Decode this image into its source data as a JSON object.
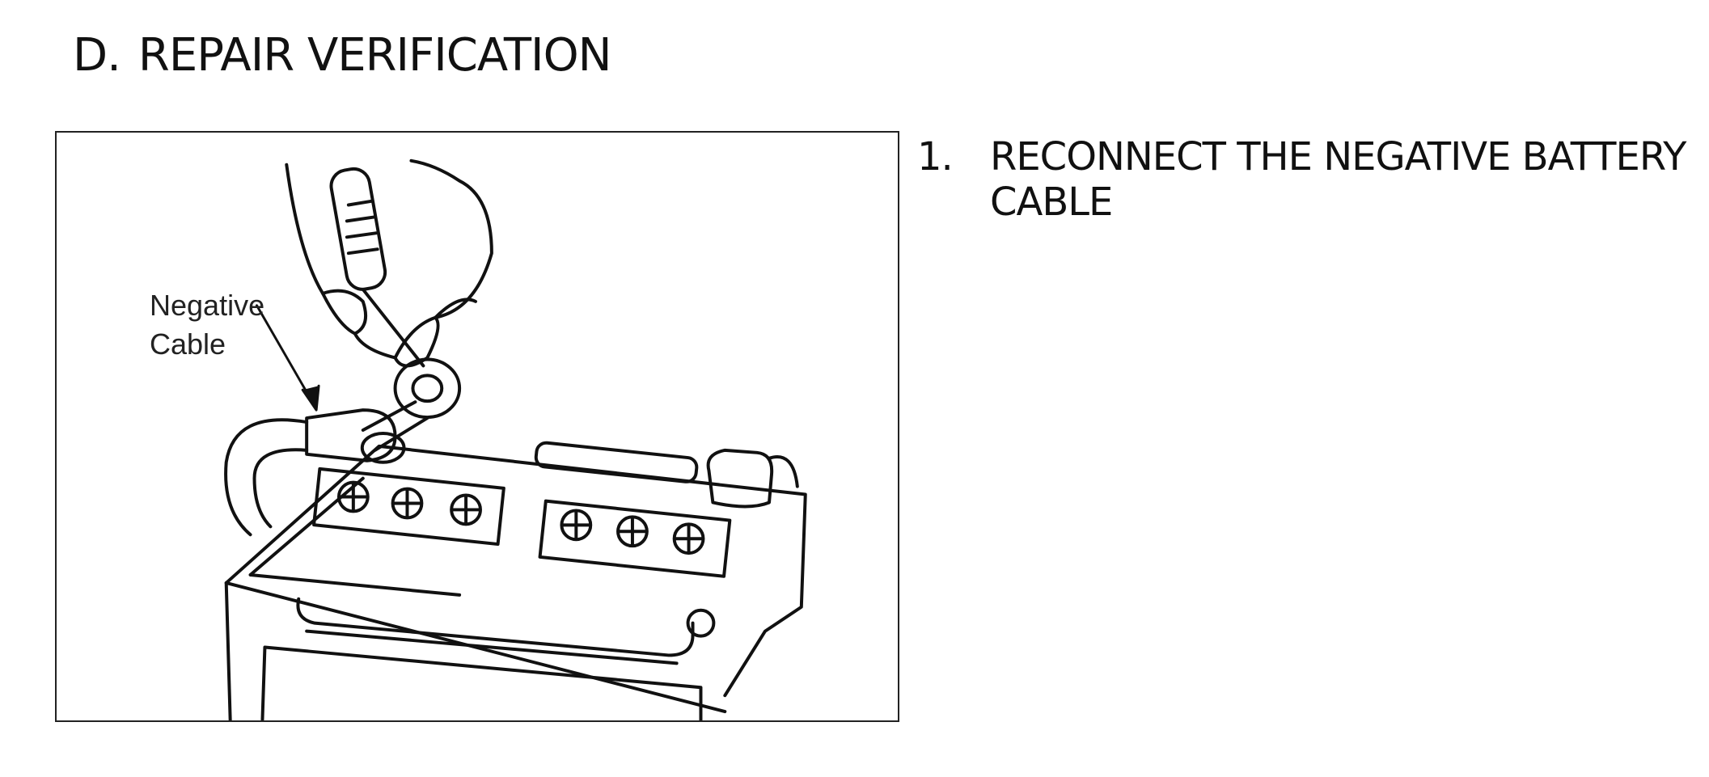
{
  "section": {
    "letter": "D.",
    "title": "REPAIR VERIFICATION"
  },
  "figure": {
    "callout_line1": "Negative",
    "callout_line2": "Cable"
  },
  "steps": [
    {
      "number": "1.",
      "text": "RECONNECT THE NEGATIVE BATTERY CABLE"
    }
  ]
}
